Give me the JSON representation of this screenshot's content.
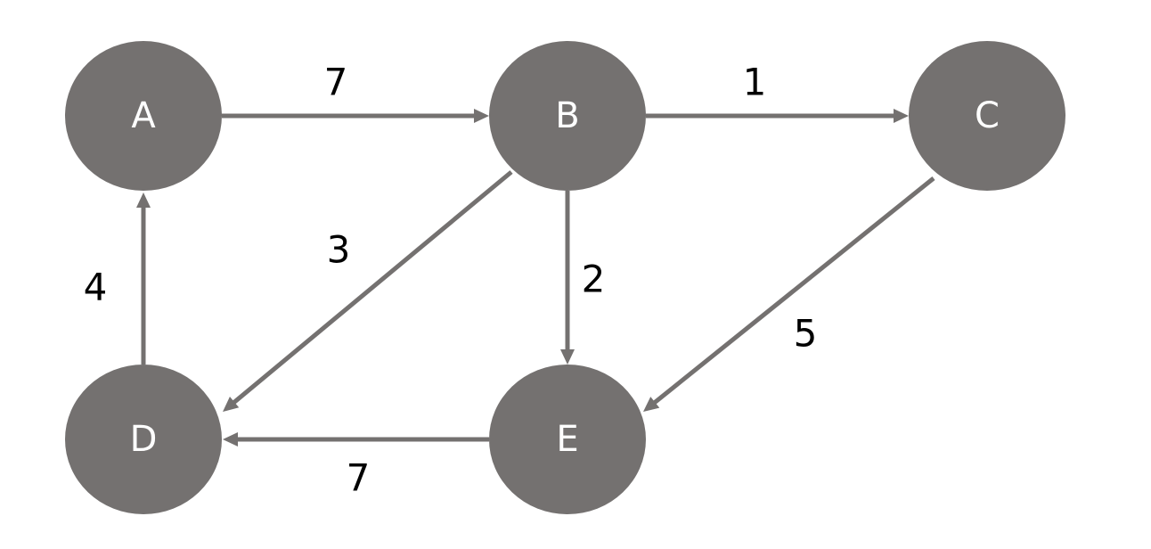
{
  "colors": {
    "node_fill": "#747170",
    "node_text": "#ffffff",
    "edge": "#747170",
    "weight_text": "#000000",
    "background": "#ffffff"
  },
  "nodes": [
    {
      "id": "A",
      "label": "A"
    },
    {
      "id": "B",
      "label": "B"
    },
    {
      "id": "C",
      "label": "C"
    },
    {
      "id": "D",
      "label": "D"
    },
    {
      "id": "E",
      "label": "E"
    }
  ],
  "edges": [
    {
      "from": "A",
      "to": "B",
      "weight": "7"
    },
    {
      "from": "B",
      "to": "C",
      "weight": "1"
    },
    {
      "from": "B",
      "to": "D",
      "weight": "3"
    },
    {
      "from": "B",
      "to": "E",
      "weight": "2"
    },
    {
      "from": "C",
      "to": "E",
      "weight": "5"
    },
    {
      "from": "D",
      "to": "A",
      "weight": "4"
    },
    {
      "from": "E",
      "to": "D",
      "weight": "7"
    }
  ]
}
